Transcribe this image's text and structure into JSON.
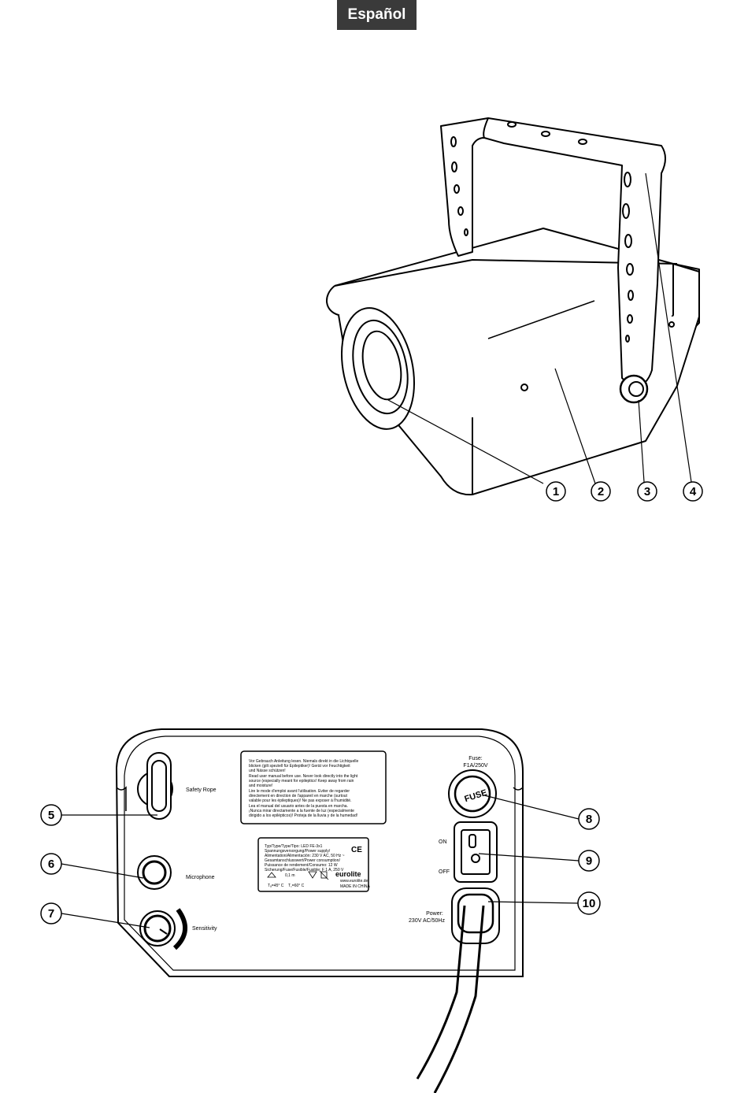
{
  "header": {
    "language_tab": "Español"
  },
  "front_view": {
    "callouts": [
      "1",
      "2",
      "3",
      "4"
    ]
  },
  "rear_panel": {
    "callouts": [
      "5",
      "6",
      "7",
      "8",
      "9",
      "10"
    ],
    "labels": {
      "safety_rope": "Safety Rope",
      "microphone": "Microphone",
      "sensitivity": "Sensitivity",
      "fuse_title": "Fuse:",
      "fuse_rating": "F1A/250V",
      "fuse_cap": "FUSE",
      "switch_on": "ON",
      "switch_off": "OFF",
      "power_title": "Power:",
      "power_rating": "230V AC/50Hz"
    },
    "warning_label": [
      "Vor Gebrauch Anleitung lesen. Niemals direkt in die Lichtquelle",
      "blicken (gilt speziell für Epileptiker)!  Gerät vor Feuchtigkeit",
      "und Nässe schützen!",
      "Read user manual before use. Never look directly into the light",
      "source (especially meant for epileptics!  Keep away from rain",
      "and moisture!",
      "Lire le mode d'emploi avant l'utilisation. Eviter de regarder",
      "directement en direction de l'appareil en marche (surtout",
      "valable pour les épileptiques)! Ne pas exposer à l'humidité.",
      "Lea el manual del usuario antes de la puesta en marcha.",
      "¡Nunca mirar directamente a la fuente de luz (especialmente",
      "dirigido a los epilépticos)!  Proteja de la lluvia y de la humedad!"
    ],
    "type_label": {
      "lines": [
        "Typ/Type/Type/Tipo: LED FE-3x1",
        "Spannungsversorgung/Power supply/",
        "Alimentation/Alimentación: 230 V AC, 50 Hz ~",
        "Gesamtanschlusswert/Power consumption/",
        "Puissance de rendement/Consumo: 12 W",
        "Sicherung/Fuse/Fusible/Fusible: F 1 A, 250 V"
      ],
      "ce_mark": "CE",
      "brand": "eurolite",
      "website": "www.eurolite.de",
      "made_in": "MADE IN CHINA",
      "distance": "0,1 m",
      "ta": "Tₐ=45° C",
      "tc": "T꜀=60° C"
    }
  }
}
